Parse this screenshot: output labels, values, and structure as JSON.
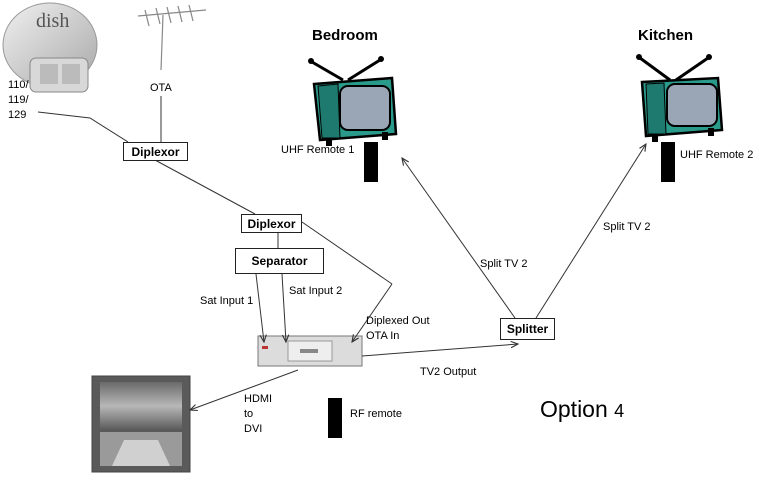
{
  "dish": {
    "logo_text": "dish",
    "satellite_label": "110/\n119/\n129"
  },
  "antenna": {
    "label": "OTA"
  },
  "rooms": {
    "bedroom": {
      "title": "Bedroom",
      "remote_label": "UHF Remote 1"
    },
    "kitchen": {
      "title": "Kitchen",
      "remote_label": "UHF Remote 2"
    }
  },
  "boxes": {
    "diplexor1": "Diplexor",
    "diplexor2": "Diplexor",
    "separator": "Separator",
    "splitter": "Splitter"
  },
  "links": {
    "sat_input_1": "Sat Input 1",
    "sat_input_2": "Sat Input 2",
    "diplexed_out": "Diplexed Out",
    "ota_in": "OTA In",
    "tv2_output": "TV2 Output",
    "split_tv2_left": "Split TV 2",
    "split_tv2_right": "Split TV 2",
    "hdmi": "HDMI\nto\nDVI"
  },
  "rf_remote": {
    "label": "RF remote"
  },
  "option": {
    "word": "Option",
    "number": "4"
  },
  "colors": {
    "tv_body": "#2a9a8a",
    "tv_screen": "#9aa6b6",
    "line": "#333333"
  }
}
